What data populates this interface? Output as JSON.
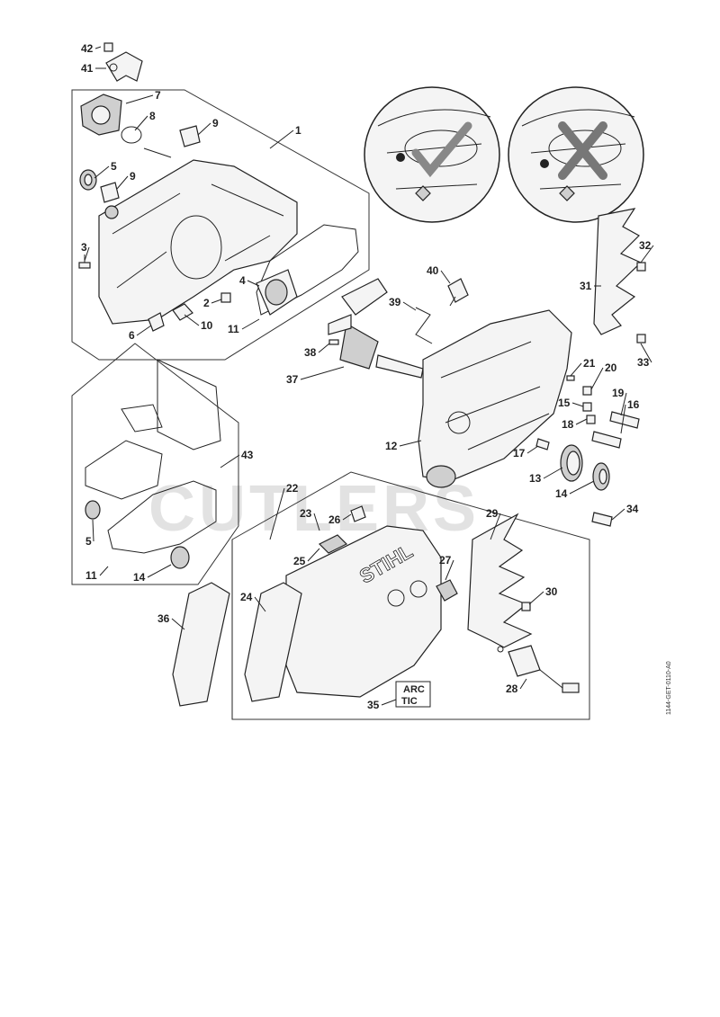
{
  "watermark": "CUTLERS",
  "reference_code": "1144-GET-0110-A0",
  "brand_on_cover": "STIHL",
  "arctic_label": {
    "line1": "ARC",
    "line2": "TIC"
  },
  "callouts": [
    {
      "id": "c42",
      "label": "42"
    },
    {
      "id": "c41",
      "label": "41"
    },
    {
      "id": "c7",
      "label": "7"
    },
    {
      "id": "c8",
      "label": "8"
    },
    {
      "id": "c9a",
      "label": "9"
    },
    {
      "id": "c1",
      "label": "1"
    },
    {
      "id": "c5a",
      "label": "5"
    },
    {
      "id": "c9b",
      "label": "9"
    },
    {
      "id": "c3",
      "label": "3"
    },
    {
      "id": "c4",
      "label": "4"
    },
    {
      "id": "c2",
      "label": "2"
    },
    {
      "id": "c11a",
      "label": "11"
    },
    {
      "id": "c10",
      "label": "10"
    },
    {
      "id": "c6",
      "label": "6"
    },
    {
      "id": "c40",
      "label": "40"
    },
    {
      "id": "c39",
      "label": "39"
    },
    {
      "id": "c38",
      "label": "38"
    },
    {
      "id": "c37",
      "label": "37"
    },
    {
      "id": "c32",
      "label": "32"
    },
    {
      "id": "c31",
      "label": "31"
    },
    {
      "id": "c33",
      "label": "33"
    },
    {
      "id": "c21",
      "label": "21"
    },
    {
      "id": "c20",
      "label": "20"
    },
    {
      "id": "c15",
      "label": "15"
    },
    {
      "id": "c19",
      "label": "19"
    },
    {
      "id": "c16",
      "label": "16"
    },
    {
      "id": "c18",
      "label": "18"
    },
    {
      "id": "c12",
      "label": "12"
    },
    {
      "id": "c17",
      "label": "17"
    },
    {
      "id": "c13",
      "label": "13"
    },
    {
      "id": "c14a",
      "label": "14"
    },
    {
      "id": "c43",
      "label": "43"
    },
    {
      "id": "c5b",
      "label": "5"
    },
    {
      "id": "c11b",
      "label": "11"
    },
    {
      "id": "c14b",
      "label": "14"
    },
    {
      "id": "c22",
      "label": "22"
    },
    {
      "id": "c23",
      "label": "23"
    },
    {
      "id": "c26",
      "label": "26"
    },
    {
      "id": "c34",
      "label": "34"
    },
    {
      "id": "c29",
      "label": "29"
    },
    {
      "id": "c25",
      "label": "25"
    },
    {
      "id": "c27",
      "label": "27"
    },
    {
      "id": "c30",
      "label": "30"
    },
    {
      "id": "c24",
      "label": "24"
    },
    {
      "id": "c36",
      "label": "36"
    },
    {
      "id": "c28",
      "label": "28"
    },
    {
      "id": "c35",
      "label": "35"
    }
  ]
}
